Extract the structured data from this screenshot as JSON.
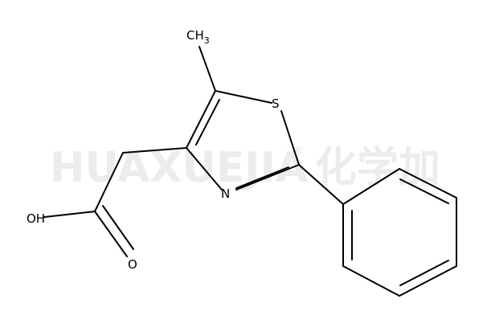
{
  "watermark": {
    "brand": "HUAXUEJIA",
    "registered": "®",
    "chinese": "化学加"
  },
  "atoms": {
    "methyl": "CH",
    "methyl_sub": "3",
    "sulfur": "S",
    "nitrogen": "N",
    "hydroxyl": "OH",
    "carbonyl_oxygen": "O"
  }
}
